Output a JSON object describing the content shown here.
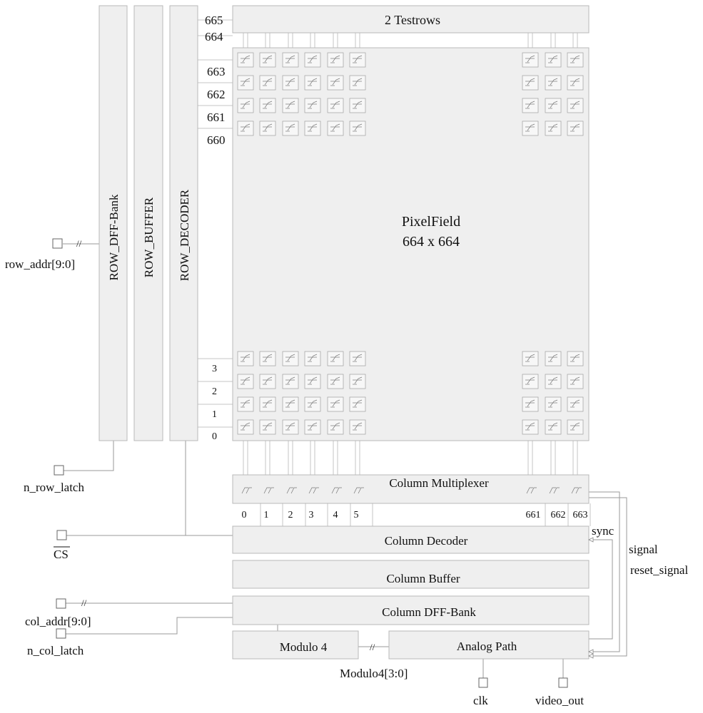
{
  "blocks": {
    "testrows": "2 Testrows",
    "pixel_field_line1": "PixelField",
    "pixel_field_line2": "664 x 664",
    "row_dff_bank": "ROW_DFF-Bank",
    "row_buffer": "ROW_BUFFER",
    "row_decoder": "ROW_DECODER",
    "column_multiplexer": "Column Multiplexer",
    "column_decoder": "Column Decoder",
    "column_buffer": "Column Buffer",
    "column_dff_bank": "Column DFF-Bank",
    "modulo4": "Modulo 4",
    "analog_path": "Analog Path"
  },
  "row_labels": {
    "top": [
      "665",
      "664",
      "663",
      "662",
      "661",
      "660"
    ],
    "bottom": [
      "3",
      "2",
      "1",
      "0"
    ]
  },
  "column_labels": [
    "0",
    "1",
    "2",
    "3",
    "4",
    "5",
    "661",
    "662",
    "663"
  ],
  "signals": {
    "row_addr": "row_addr[9:0]",
    "n_row_latch": "n_row_latch",
    "cs": "CS",
    "col_addr": "col_addr[9:0]",
    "n_col_latch": "n_col_latch",
    "modulo4_bus": "Modulo4[3:0]",
    "clk": "clk",
    "video_out": "video_out",
    "sync": "sync",
    "signal": "signal",
    "reset_signal": "reset_signal"
  },
  "bus_marks": {
    "row_addr": "//",
    "col_addr": "//",
    "modulo4": "//"
  }
}
